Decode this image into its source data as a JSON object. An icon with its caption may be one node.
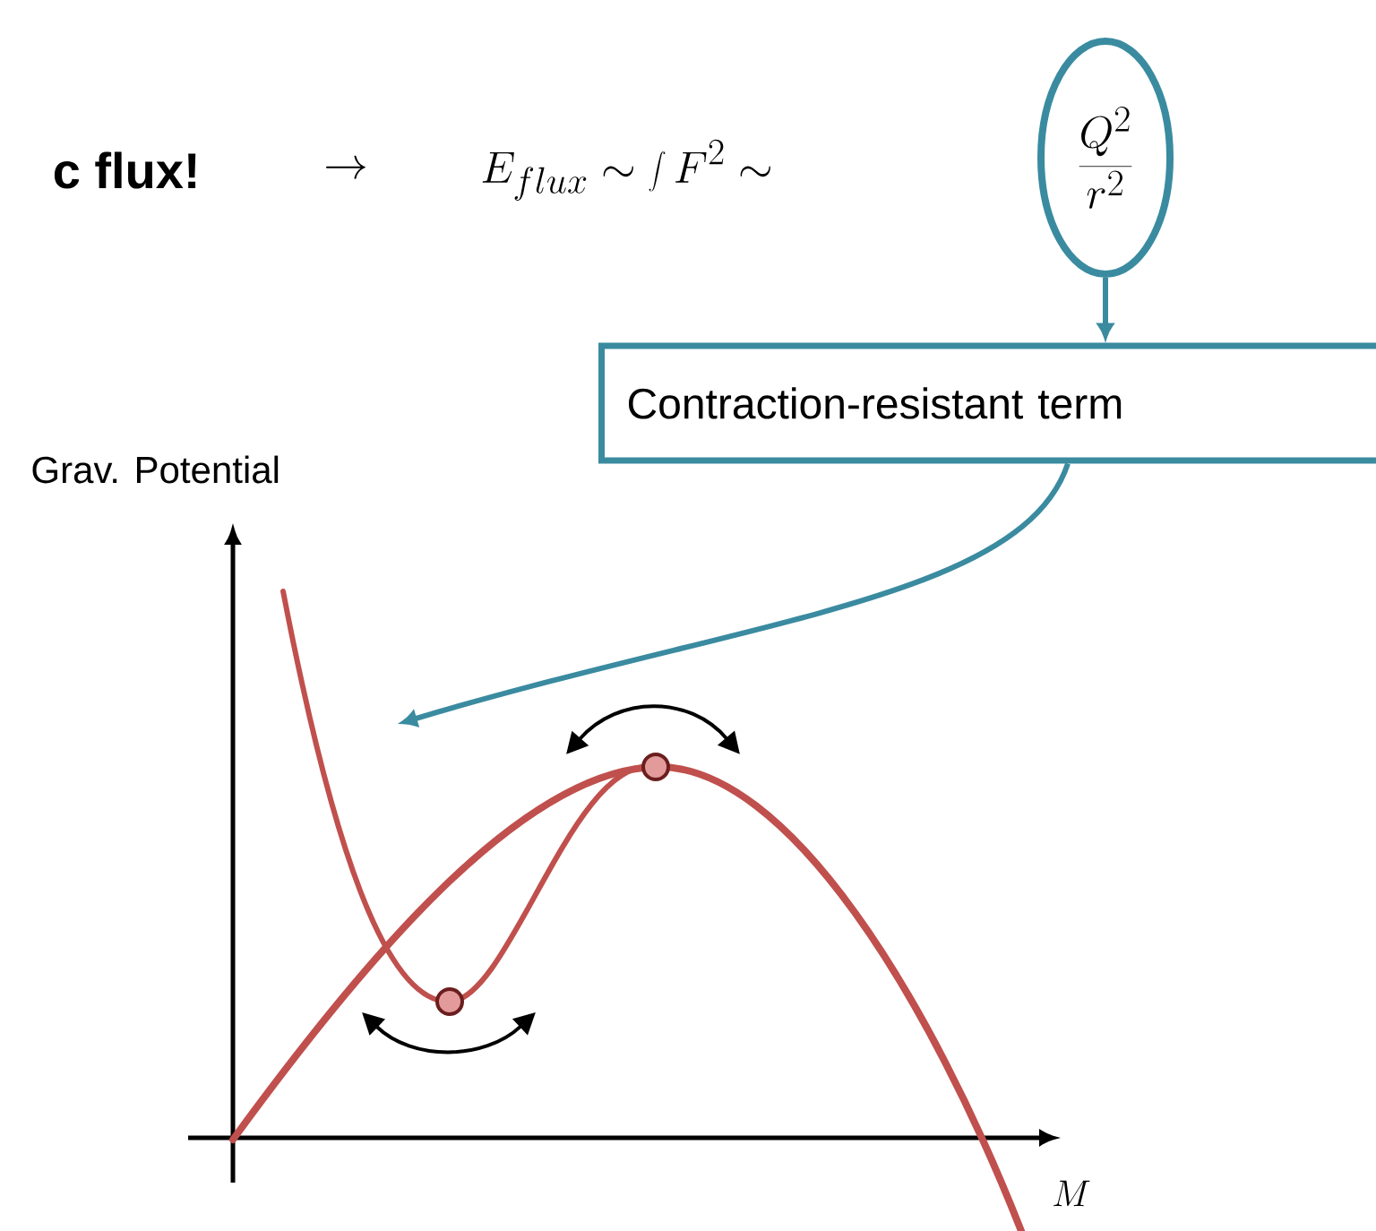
{
  "diagram": {
    "nodes": [
      {
        "text": [
          "\\frac{Q^2}{r^2}"
        ]
      },
      {
        "text": [
          "Contraction-resistant term"
        ]
      }
    ],
    "edges": [
      {
        "from": 0,
        "to": 1,
        "arrow": "to"
      },
      {
        "from": 1,
        "to": null,
        "arrow": "to"
      }
    ],
    "labels": [
      "c flux!",
      "\\rightarrow",
      "E_{flux} \\sim \\int F^2 \\sim",
      "Grav. Potential",
      "M"
    ]
  }
}
